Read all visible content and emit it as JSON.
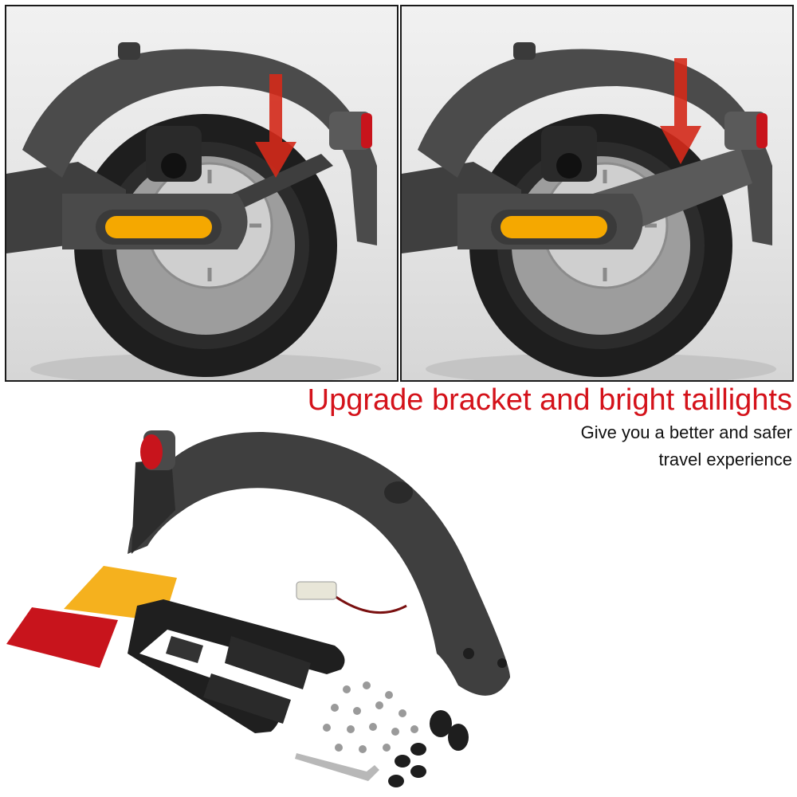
{
  "headline": "Upgrade bracket and bright taillights",
  "subtext_line1": "Give you a better and safer",
  "subtext_line2": "travel experience",
  "colors": {
    "headline": "#d4121a",
    "arrow": "#d42a1a",
    "fender": "#4a4a4a",
    "reflector": "#f5a800",
    "red_lens": "#c8141c",
    "amber_film": "#f5b11e"
  },
  "icons": [
    "arrow-down-icon"
  ]
}
